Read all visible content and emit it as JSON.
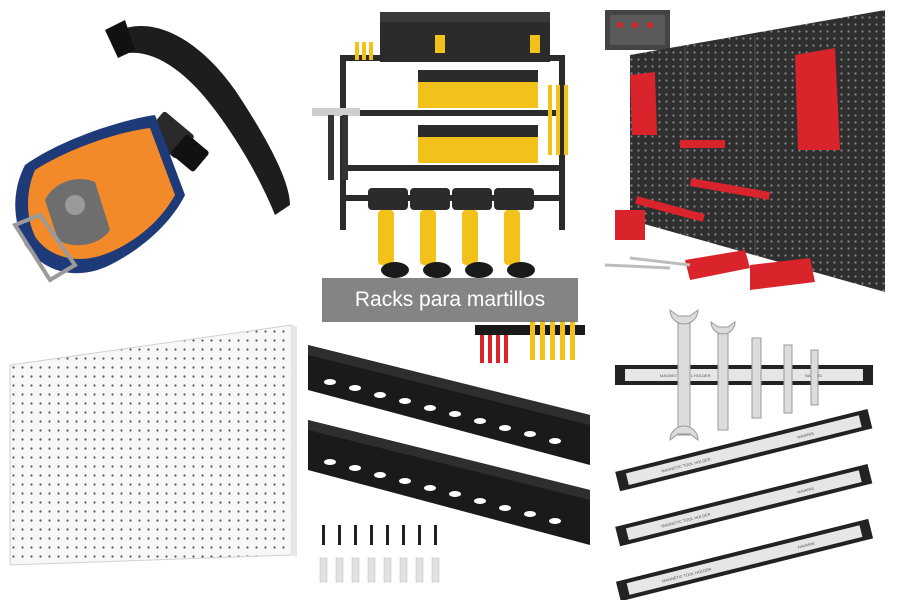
{
  "caption": {
    "text": "Racks para martillos"
  },
  "products": [
    {
      "name": "hammer-holster-belt",
      "colors": {
        "pouch": "#f28a2a",
        "trim": "#1f3a78",
        "belt": "#1d1d1d"
      }
    },
    {
      "name": "power-tool-organizer-rack",
      "colors": {
        "frame": "#2b2b2b",
        "accent": "#f2c21b"
      }
    },
    {
      "name": "pegboard-tool-wall",
      "colors": {
        "board": "#2f2f2f",
        "hooks": "#d9242b"
      }
    },
    {
      "name": "white-pegboard-panel",
      "colors": {
        "board": "#f7f7f7"
      }
    },
    {
      "name": "screwdriver-wall-racks",
      "colors": {
        "rack": "#1a1a1a"
      }
    },
    {
      "name": "magnetic-tool-holder-strips",
      "colors": {
        "strip": "#222222",
        "insert": "#e6e6e6"
      }
    }
  ],
  "labels": {
    "magnetic_holder": "MAGNETIC TOOL HOLDER",
    "brand": "NAVARIS"
  }
}
